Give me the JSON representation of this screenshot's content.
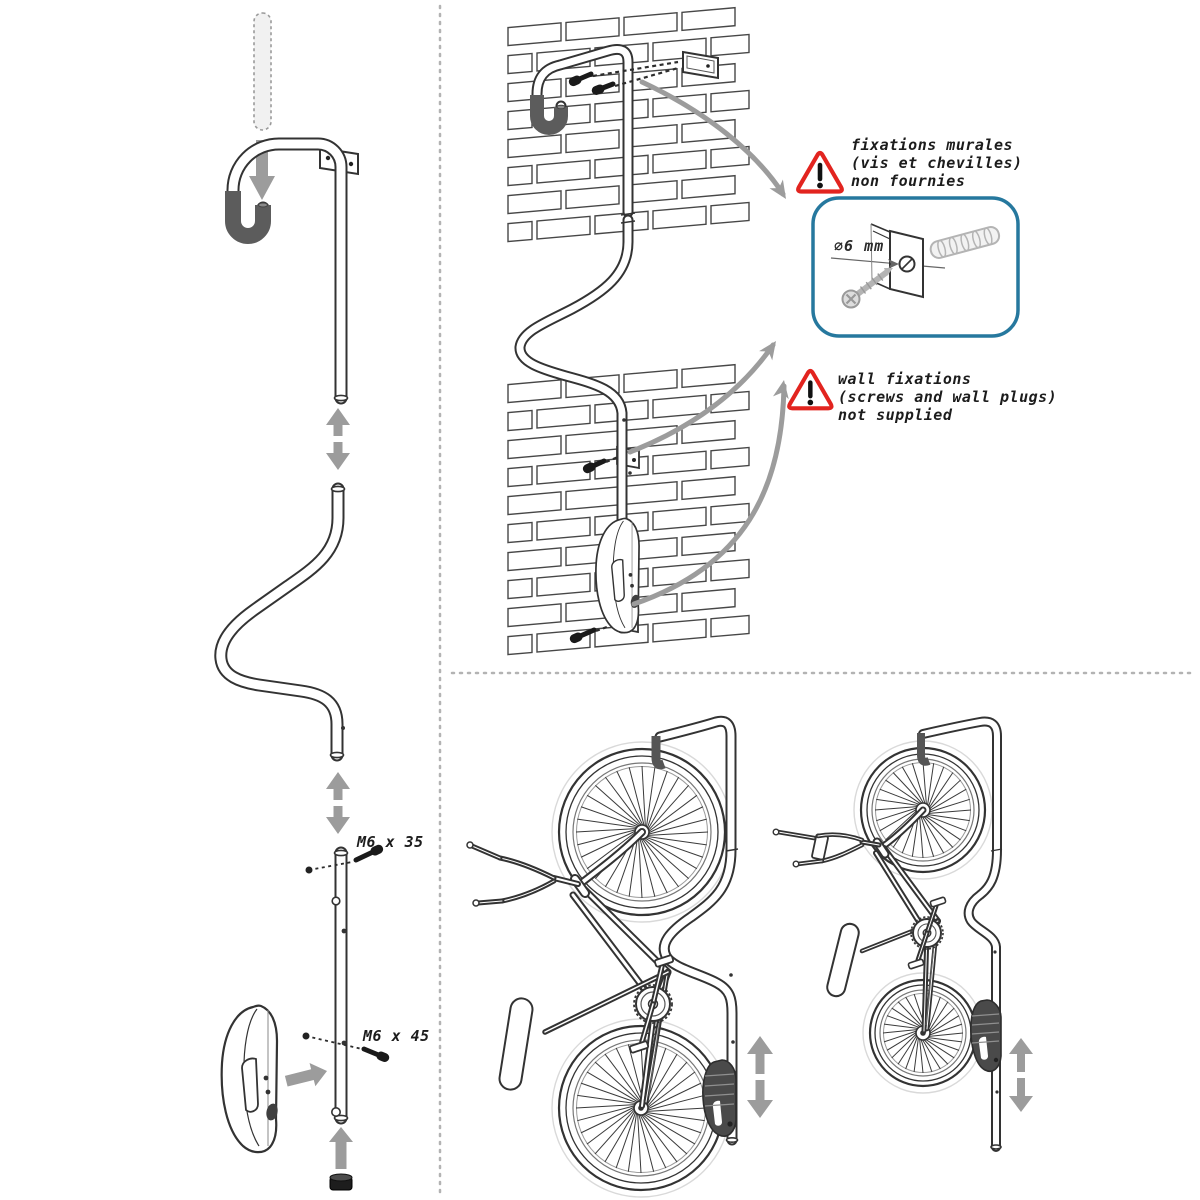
{
  "diagram": {
    "title": "bike wall-mount assembly and usage diagram",
    "left_panel": {
      "bolt_label_top": "M6 x 35",
      "bolt_label_bottom": "M6 x 45"
    },
    "wall_panel": {
      "warning_fr": {
        "line1": "fixations murales",
        "line2": "(vis et chevilles)",
        "line3": "non fournies"
      },
      "warning_en": {
        "line1": "wall fixations",
        "line2": "(screws and wall plugs)",
        "line3": "not supplied"
      },
      "detail_box": {
        "diameter_label": "⌀6 mm"
      }
    },
    "colors": {
      "line": "#333333",
      "sleeve_dark": "#5c5c5c",
      "arrow_gray": "#9c9c9c",
      "warning_red": "#e2241f",
      "detail_border_teal": "#26789e",
      "hardware_gray": "#b4b4b4",
      "cradle_dark": "#4a4a4a",
      "divider_gray": "#b3b3b3",
      "bolt_black": "#1a1a1a"
    }
  }
}
